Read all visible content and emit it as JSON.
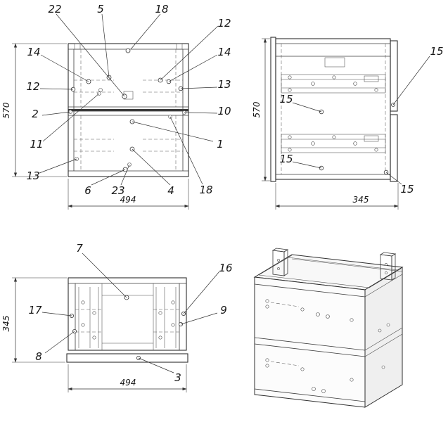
{
  "drawing": {
    "type": "furniture-cabinet-assembly-drawing",
    "line_color": "#2e2e2e",
    "background_color": "#ffffff"
  },
  "views": {
    "front": {
      "name": "front-view",
      "callouts": [
        "22",
        "5",
        "18",
        "12",
        "14",
        "14",
        "12",
        "13",
        "2",
        "10",
        "11",
        "1",
        "13",
        "6",
        "23",
        "4",
        "18"
      ],
      "dims": {
        "height": "570",
        "width": "494"
      }
    },
    "side": {
      "name": "side-view",
      "callouts": [
        "15",
        "15",
        "15",
        "15"
      ],
      "dims": {
        "height": "570",
        "depth": "345"
      }
    },
    "top": {
      "name": "top-view",
      "callouts": [
        "7",
        "16",
        "17",
        "9",
        "8",
        "3"
      ],
      "dims": {
        "depth": "345",
        "width": "494"
      }
    },
    "isometric": {
      "name": "isometric-view"
    }
  }
}
